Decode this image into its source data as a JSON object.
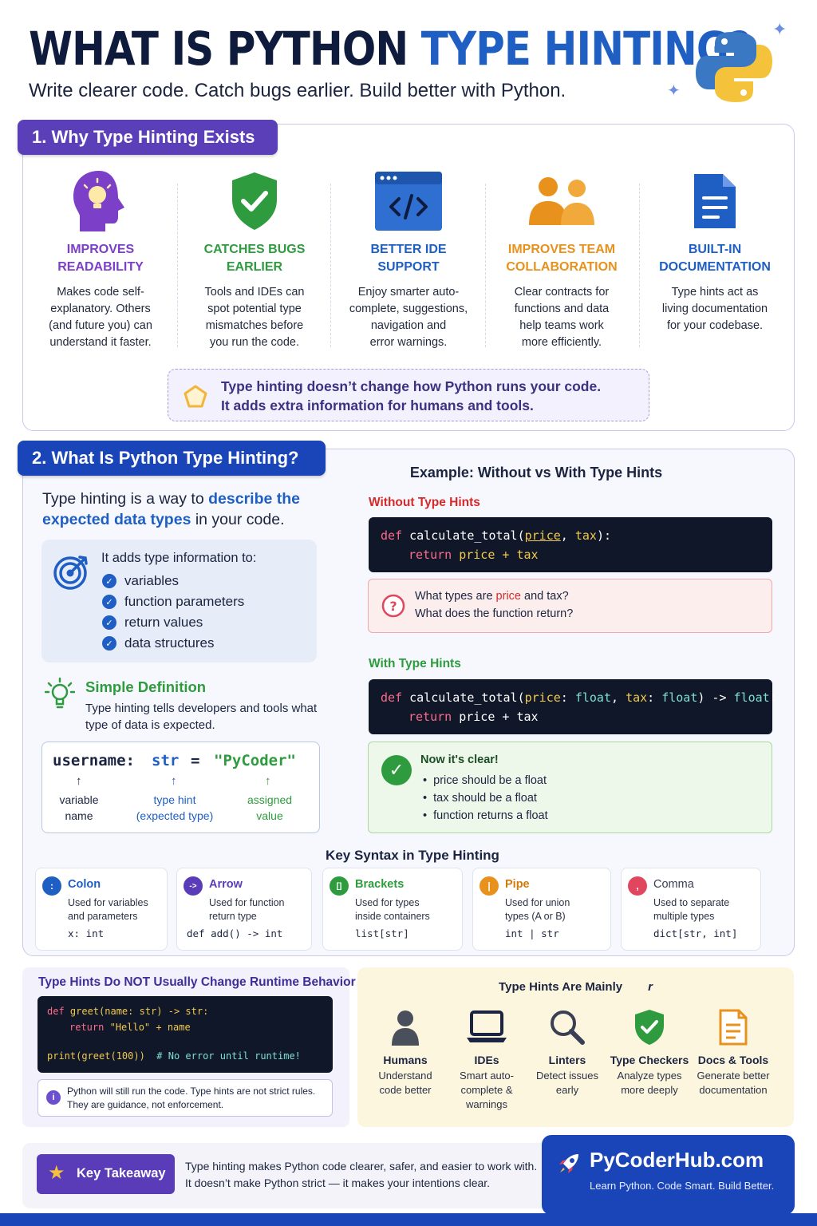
{
  "header": {
    "title_main": "WHAT IS PYTHON ",
    "title_accent": "TYPE HINTING?",
    "subtitle": "Write clearer code. Catch bugs earlier. Build better with Python."
  },
  "section1": {
    "tab_label": "1. Why Type Hinting Exists",
    "columns": [
      {
        "heading": "IMPROVES\nREADABILITY",
        "desc": "Makes code self-\nexplanatory. Others\n(and future you) can\nunderstand it faster.",
        "color": "#7b3fc8",
        "icon": "head-lightbulb-icon"
      },
      {
        "heading": "CATCHES BUGS\nEARLIER",
        "desc": "Tools and IDEs can\nspot potential type\nmismatches before\nyou run the code.",
        "color": "#2e9b3e",
        "icon": "shield-check-icon"
      },
      {
        "heading": "BETTER IDE\nSUPPORT",
        "desc": "Enjoy smarter auto-\ncomplete, suggestions,\nnavigation and\nerror warnings.",
        "color": "#1f5fc4",
        "icon": "code-window-icon"
      },
      {
        "heading": "IMPROVES TEAM\nCOLLABORATION",
        "desc": "Clear contracts for\nfunctions and data\nhelp teams work\nmore efficiently.",
        "color": "#e8911c",
        "icon": "people-icon"
      },
      {
        "heading": "BUILT-IN\nDOCUMENTATION",
        "desc": "Type hints act as\nliving documentation\nfor your codebase.",
        "color": "#1f5fc4",
        "icon": "document-icon"
      }
    ],
    "callout_line1": "Type hinting doesn’t change how Python runs your code.",
    "callout_line2": "It adds extra information for humans and tools."
  },
  "section2": {
    "tab_label": "2. What Is Python Type Hinting?",
    "intro_a": "Type hinting is a way to ",
    "intro_b": "describe the expected data types",
    "intro_c": " in your code.",
    "adds_title": "It adds type information to:",
    "adds_items": [
      "variables",
      "function parameters",
      "return values",
      "data structures"
    ],
    "simple_title": "Simple Definition",
    "simple_text": "Type hinting tells developers and tools what type of data is expected.",
    "anatomy": {
      "var": "username:",
      "type": "str",
      "eq": "=",
      "val": "\"PyCoder\"",
      "arrow": "↑",
      "label_var": "variable\nname",
      "label_type": "type hint\n(expected type)",
      "label_val": "assigned\nvalue"
    },
    "example_title": "Example: Without vs With Type Hints",
    "without_label": "Without Type Hints",
    "without_code": {
      "def": "def ",
      "fn": "calculate_total(",
      "p1": "price",
      "sep": ", ",
      "p2": "tax",
      "end": "):",
      "ret": "return ",
      "body": "price + tax"
    },
    "question_line1_a": "What types are ",
    "question_price": "price",
    "question_line1_b": " and tax?",
    "question_line2": "What does the function return?",
    "with_label": "With Type Hints",
    "with_code": {
      "def": "def ",
      "fn": "calculate_total(",
      "p1": "price",
      "c1": ": ",
      "t1": "float",
      "sep": ", ",
      "p2": "tax",
      "c2": ": ",
      "t2": "float",
      "end": ") -> ",
      "rt": "float",
      "colon": ":",
      "ret": "return ",
      "body": "price + tax"
    },
    "clear_title": "Now it's clear!",
    "clear_items": [
      "price should be a float",
      "tax should be a float",
      "function returns a float"
    ]
  },
  "syntax": {
    "title": "Key Syntax in Type Hinting",
    "cards": [
      {
        "symbol": ":",
        "name": "Colon",
        "desc": "Used for variables\nand parameters",
        "example": "x: int",
        "color": "#1f5fc4"
      },
      {
        "symbol": "->",
        "name": "Arrow",
        "desc": "Used for function\nreturn type",
        "example": "def add() -> int",
        "color": "#5a3cb8"
      },
      {
        "symbol": "[]",
        "name": "Brackets",
        "desc": "Used for types\ninside containers",
        "example": "list[str]",
        "color": "#2e9b3e"
      },
      {
        "symbol": "|",
        "name": "Pipe",
        "desc": "Used for union\ntypes (A or B)",
        "example": "int | str",
        "color": "#e8911c"
      },
      {
        "symbol": ",",
        "name": "Comma",
        "desc": "Used to separate\nmultiple types",
        "example": "dict[str, int]",
        "color": "#e0475f"
      }
    ]
  },
  "runtime": {
    "title": "Type Hints Do NOT Usually Change Runtime Behavior",
    "code": {
      "l1_def": "def ",
      "l1_fn": "greet(name: str) -> str:",
      "l2_ret": "return ",
      "l2_str": "\"Hello\"",
      "l2_rest": " + name",
      "l3_print": "print(greet(100))",
      "l3_comment": "  # No error until runtime!"
    },
    "note": "Python will still run the code. Type hints are not strict rules.\nThey are guidance, not enforcement."
  },
  "mainly": {
    "title": "Type Hints Are Mainly",
    "stray": "r",
    "items": [
      {
        "name": "Humans",
        "desc": "Understand\ncode better",
        "icon": "person-icon"
      },
      {
        "name": "IDEs",
        "desc": "Smart auto-\ncomplete &\nwarnings",
        "icon": "laptop-icon"
      },
      {
        "name": "Linters",
        "desc": "Detect issues\nearly",
        "icon": "magnifier-icon"
      },
      {
        "name": "Type Checkers",
        "desc": "Analyze types\nmore deeply",
        "icon": "shield-check-icon"
      },
      {
        "name": "Docs & Tools",
        "desc": "Generate better\ndocumentation",
        "icon": "document-icon"
      }
    ]
  },
  "footer": {
    "takeaway_label": "Key Takeaway",
    "takeaway_text": "Type hinting makes Python code clearer, safer, and easier to work with.\nIt doesn’t make Python strict — it makes your intentions clear.",
    "brand_name": "PyCoderHub.com",
    "brand_tagline": "Learn Python. Code Smart. Build Better."
  }
}
